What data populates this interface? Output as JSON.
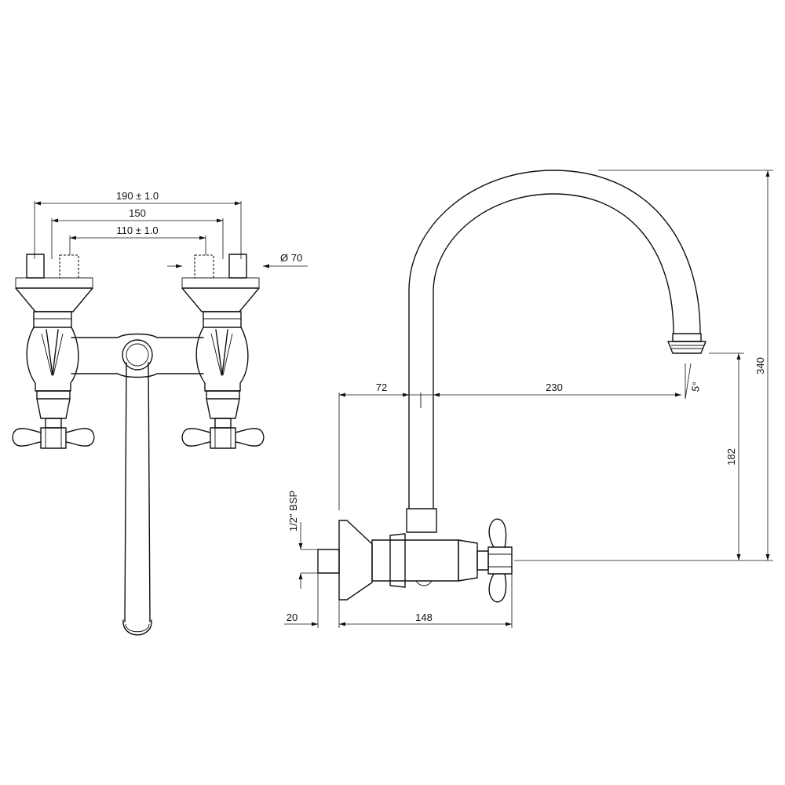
{
  "dimensions": {
    "overall_width": "190 ± 1.0",
    "centers": "150",
    "inlets": "110 ± 1.0",
    "diameter": "Ø 70",
    "offset": "72",
    "reach": "230",
    "angle": "5°",
    "spout_height": "182",
    "total_height": "340",
    "thread": "1/2\" BSP",
    "thread_length": "20",
    "depth": "148"
  },
  "colors": {
    "line": "#111111",
    "background": "#ffffff"
  }
}
